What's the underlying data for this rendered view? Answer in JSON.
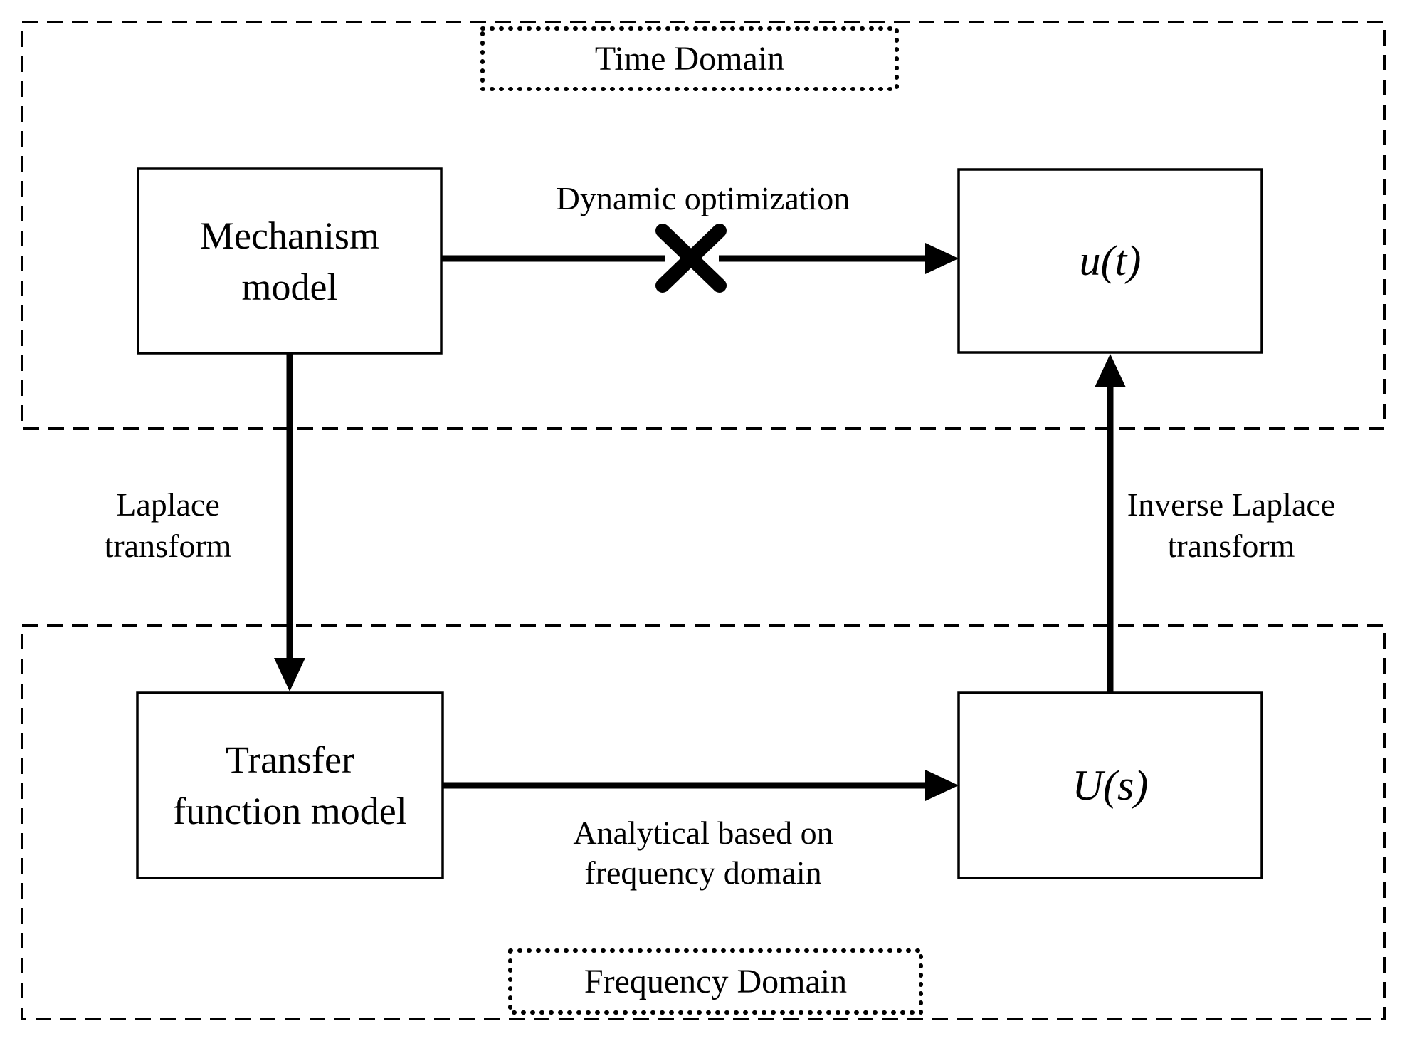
{
  "diagram": {
    "colors": {
      "ink": "#000000",
      "background": "#ffffff"
    },
    "regions": {
      "time_domain": {
        "label": "Time Domain"
      },
      "frequency_domain": {
        "label": "Frequency Domain"
      }
    },
    "nodes": {
      "mechanism_model": {
        "line1": "Mechanism",
        "line2": "model"
      },
      "u_t": {
        "label": "u(t)"
      },
      "transfer_function_model": {
        "line1": "Transfer",
        "line2": "function model"
      },
      "U_s": {
        "label": "U(s)"
      }
    },
    "edges": {
      "dynamic_optimization": {
        "label": "Dynamic optimization"
      },
      "laplace_transform": {
        "line1": "Laplace",
        "line2": "transform"
      },
      "inverse_laplace_transform": {
        "line1": "Inverse Laplace",
        "line2": "transform"
      },
      "analytical_frequency": {
        "line1": "Analytical based on",
        "line2": "frequency domain"
      }
    }
  }
}
